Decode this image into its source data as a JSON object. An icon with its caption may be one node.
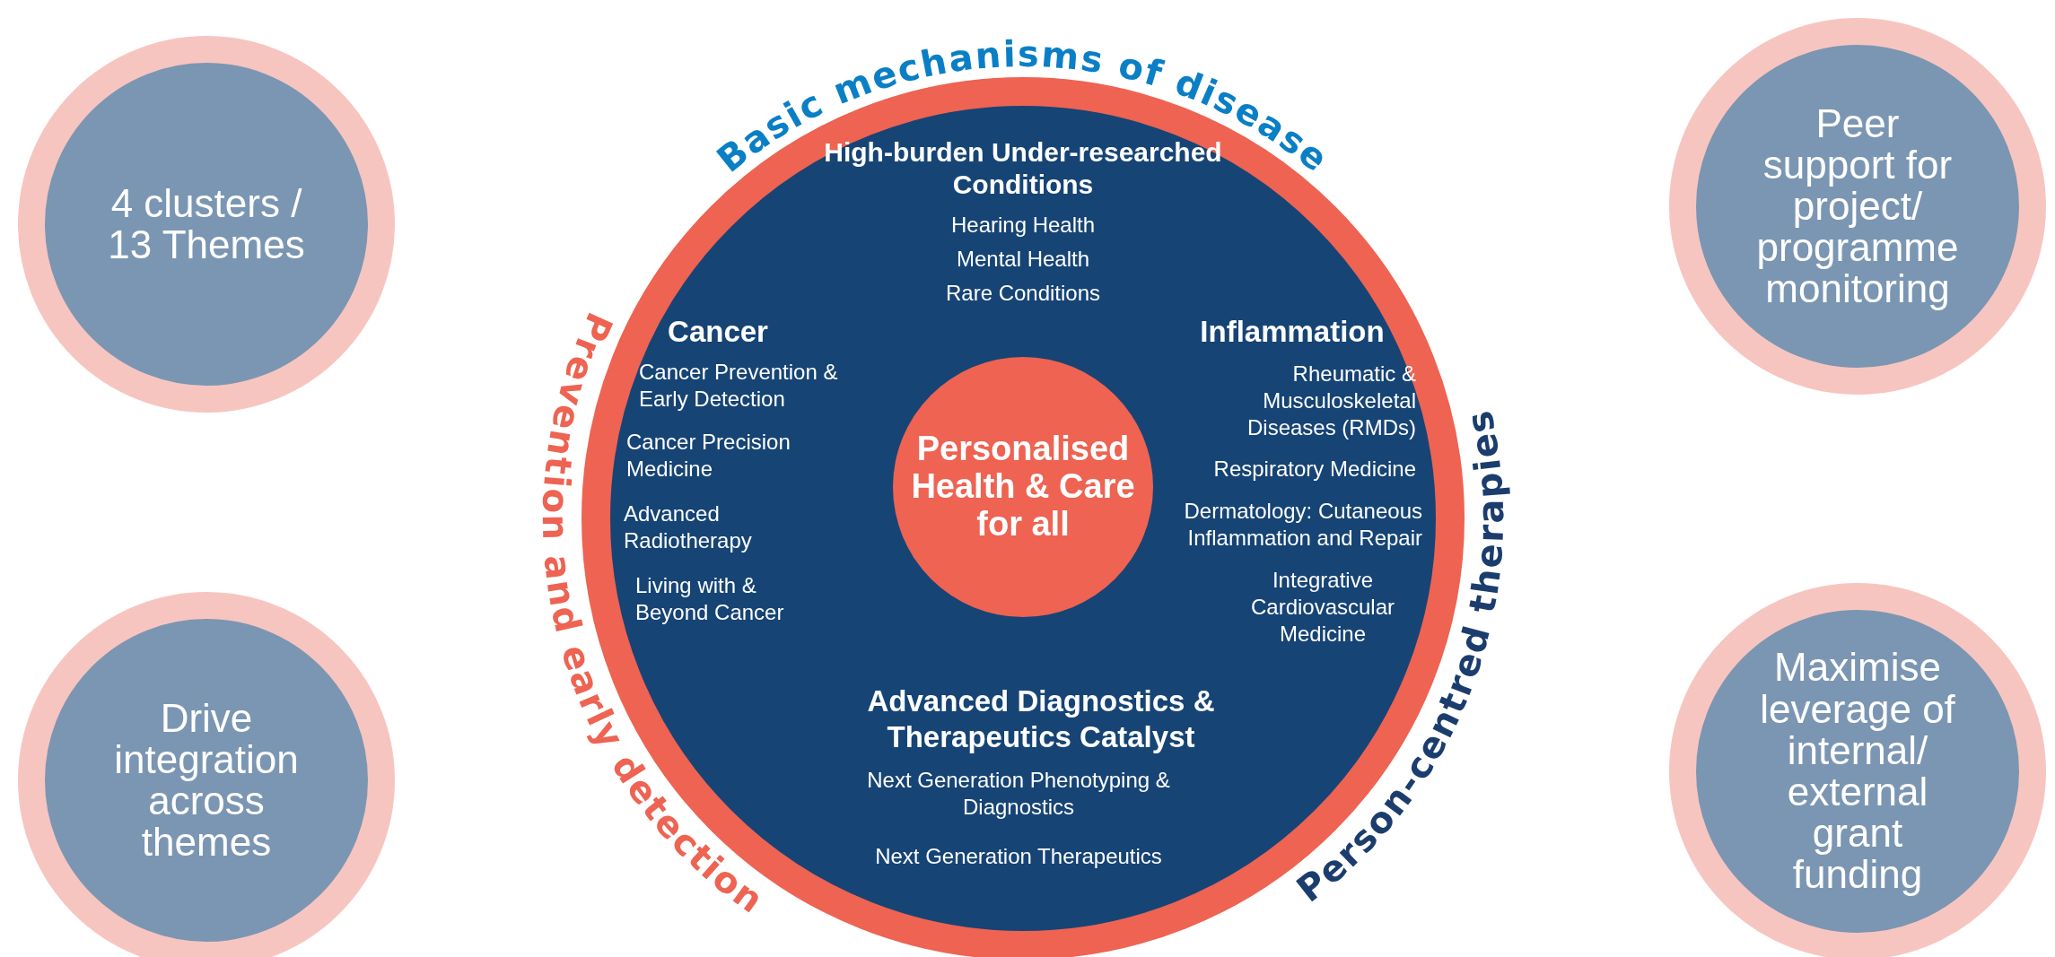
{
  "diagram": {
    "nodes": [
      {
        "text": [
          "4 clusters / 13 Themes"
        ]
      },
      {
        "text": [],
        "shape": "circle"
      },
      {
        "text": [
          "Personalised Health & Care for all"
        ],
        "in": 1
      },
      {
        "text": [
          "Peer support for project/ programme monitoring"
        ]
      },
      {
        "text": [
          "Drive integration across themes"
        ]
      },
      {
        "text": [
          "Maximise leverage of internal/ external grant funding"
        ]
      }
    ],
    "labels": [
      "Basic mechanisms of disease",
      "Prevention and early detection",
      "Person-centred therapies",
      "High-burden Under-researched Conditions",
      "Hearing Health",
      "Mental Health",
      "Rare Conditions",
      "Cancer",
      "Cancer Prevention & Early Detection",
      "Cancer Precision Medicine",
      "Advanced Radiotherapy",
      "Living with & Beyond Cancer",
      "Inflammation",
      "Rheumatic & Musculoskeletal Diseases (RMDs)",
      "Respiratory Medicine",
      "Dermatology: Cutaneous Inflammation and Repair",
      "Integrative Cardiovascular Medicine",
      "Advanced Diagnostics & Therapeutics Catalyst",
      "Next Generation Phenotyping & Diagnostics",
      "Next Generation Therapeutics"
    ]
  }
}
